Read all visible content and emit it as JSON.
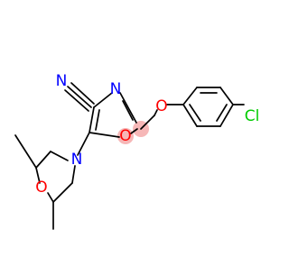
{
  "molecule": {
    "colors": {
      "carbon": "#000000",
      "nitrogen": "#0000ff",
      "oxygen": "#ff0000",
      "chlorine": "#00cc00",
      "highlight": "#f2a0a0"
    },
    "atom_labels": {
      "nitrile_n": "N",
      "ring_n": "N",
      "ring_o": "O",
      "ether_o": "O",
      "chlorine": "Cl",
      "morpholine_n": "N",
      "morpholine_o": "O"
    }
  }
}
